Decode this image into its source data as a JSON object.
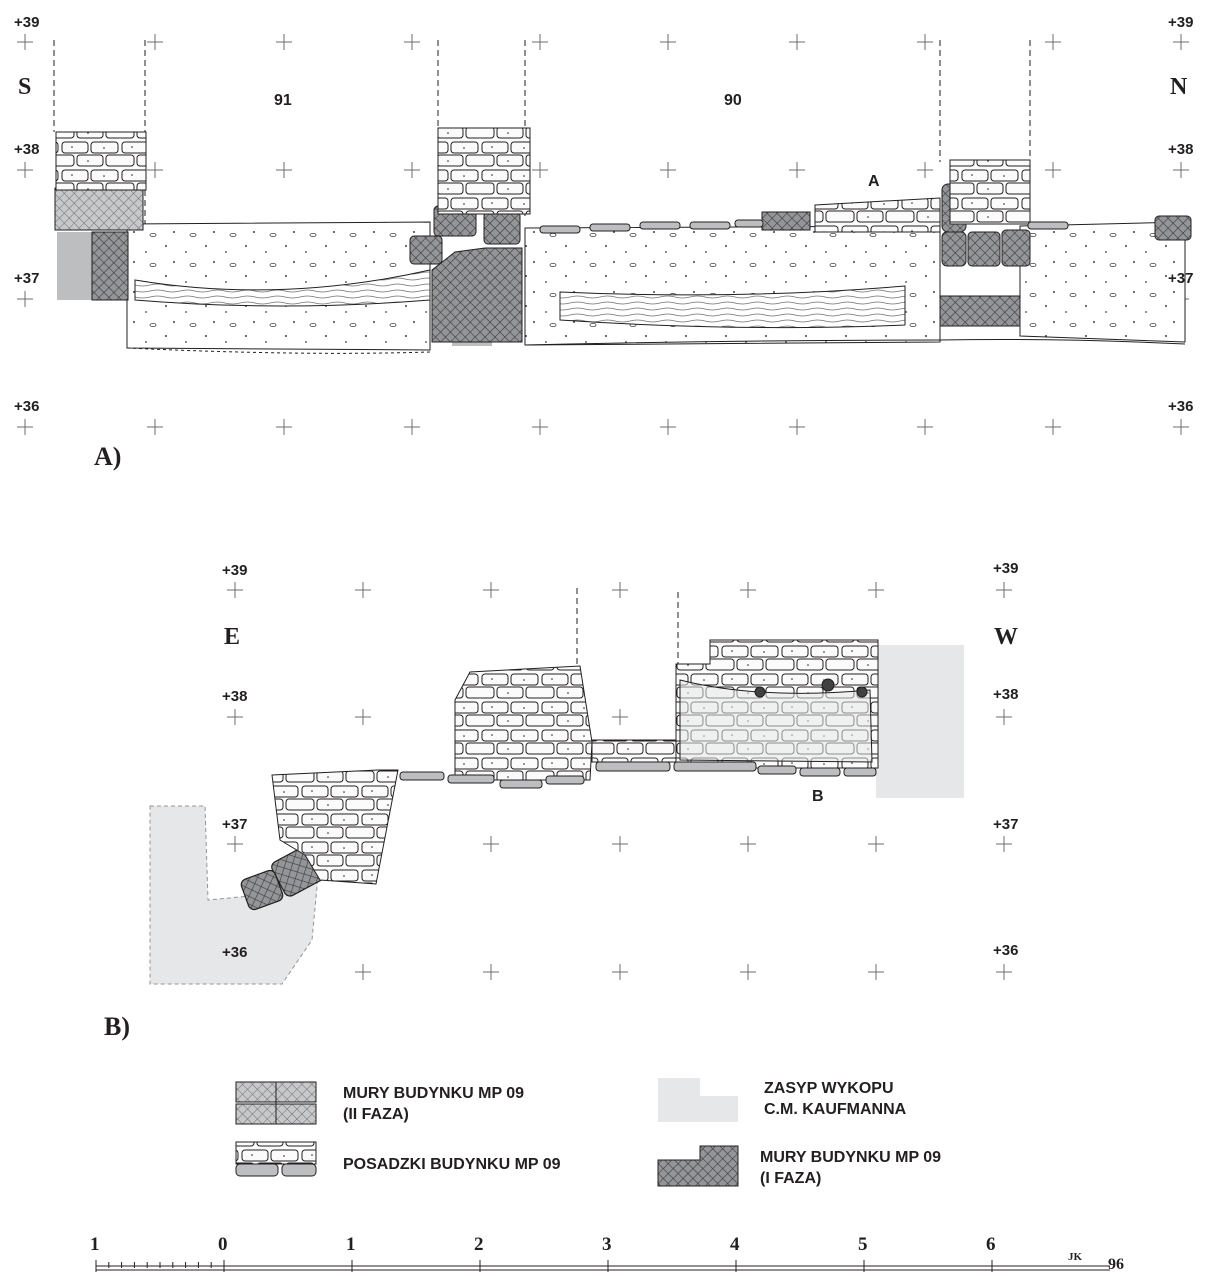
{
  "section_a": {
    "panel_label": "A)",
    "left_dir": "S",
    "right_dir": "N",
    "rooms": [
      "91",
      "90"
    ],
    "marker": "A",
    "elev_left": [
      "+39",
      "+38",
      "+37",
      "+36"
    ],
    "elev_right": [
      "+39",
      "+38",
      "+37",
      "+36"
    ]
  },
  "section_b": {
    "panel_label": "B)",
    "left_dir": "E",
    "right_dir": "W",
    "marker": "B",
    "elev_left": [
      "+39",
      "+38",
      "+37",
      "+36"
    ],
    "elev_right": [
      "+39",
      "+38",
      "+37",
      "+36"
    ]
  },
  "legend": {
    "item1": [
      "MURY BUDYNKU MP 09",
      "(II FAZA)"
    ],
    "item2": [
      "POSADZKI BUDYNKU MP 09"
    ],
    "item3": [
      "ZASYP WYKOPU",
      "C.M. KAUFMANNA"
    ],
    "item4": [
      "MURY BUDYNKU MP 09",
      "(I FAZA)"
    ]
  },
  "scale": {
    "ticks": [
      "1",
      "0",
      "1",
      "2",
      "3",
      "4",
      "5",
      "6"
    ],
    "author": "JK",
    "figure_number": "96"
  },
  "colors": {
    "ink": "#231f20",
    "fill_gray": "#bcbec0",
    "fill_light": "#e6e7e8",
    "hatch_dark": "#808285"
  }
}
